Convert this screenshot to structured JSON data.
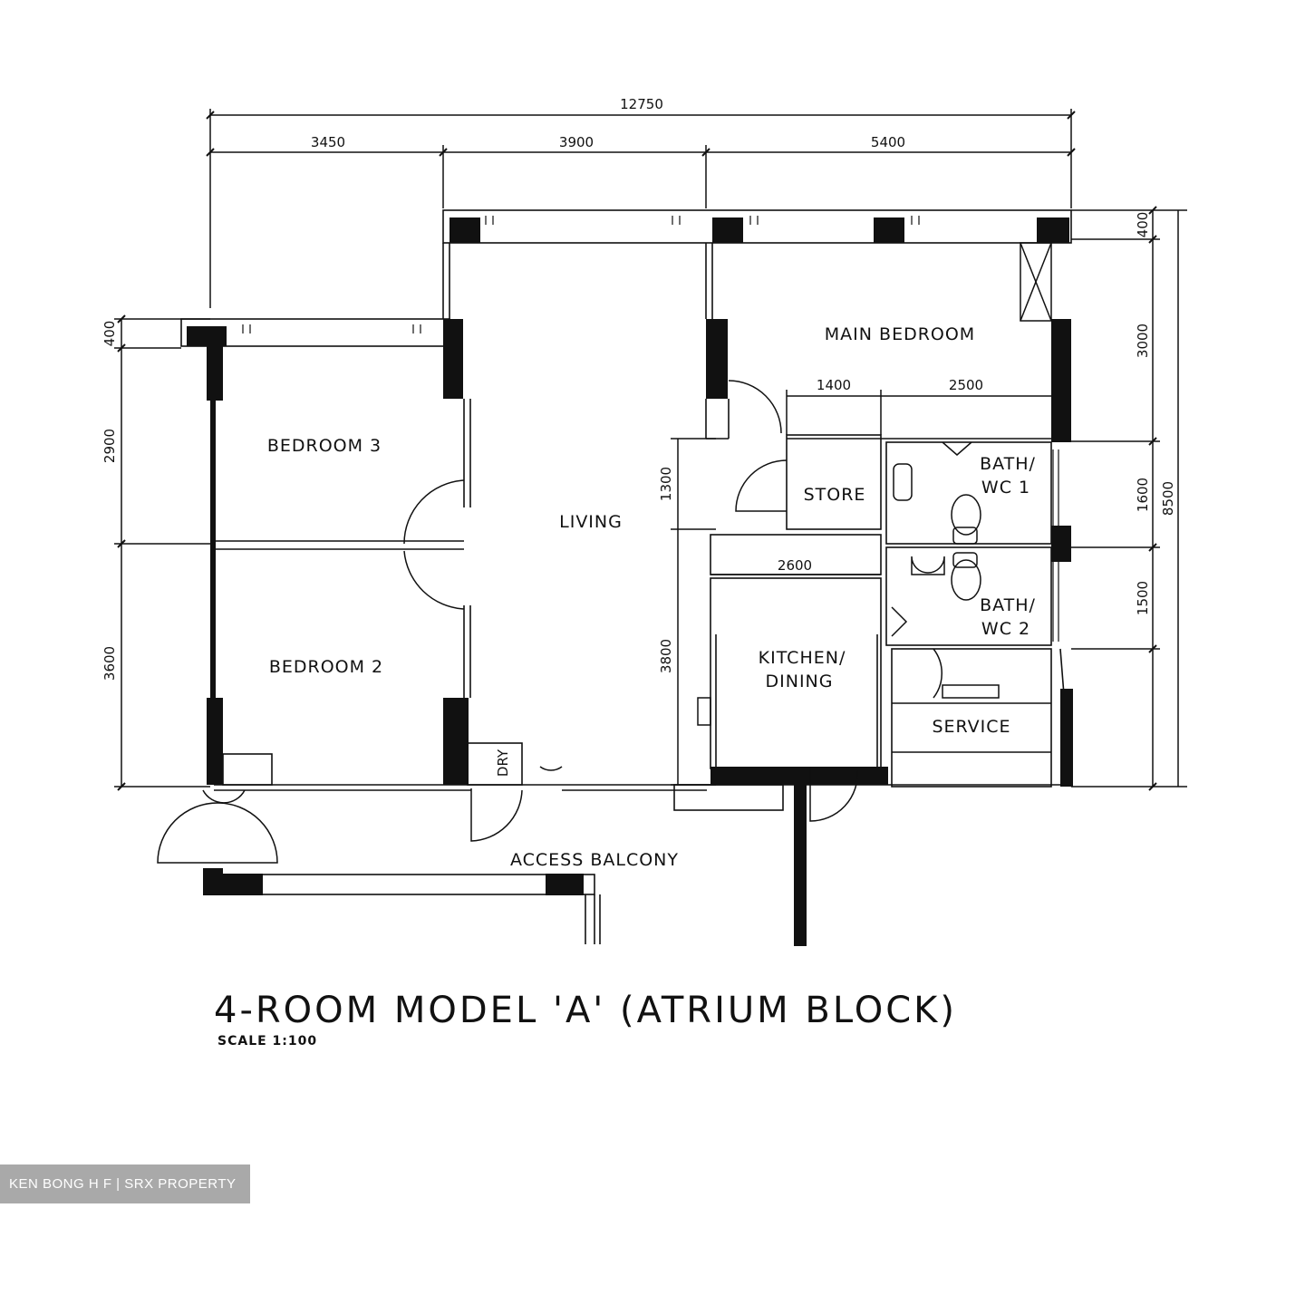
{
  "rooms": {
    "main_bedroom": "MAIN BEDROOM",
    "bedroom3": "BEDROOM 3",
    "bedroom2": "BEDROOM 2",
    "living": "LIVING",
    "store": "STORE",
    "bath1_line1": "BATH/",
    "bath1_line2": "WC 1",
    "bath2_line1": "BATH/",
    "bath2_line2": "WC 2",
    "kitchen_line1": "KITCHEN/",
    "kitchen_line2": "DINING",
    "service": "SERVICE",
    "access_balcony": "ACCESS BALCONY",
    "dry": "DRY"
  },
  "dimensions": {
    "total_width": "12750",
    "w1": "3450",
    "w2": "3900",
    "w3": "5400",
    "store_w": "1400",
    "bath_w": "2500",
    "kitchen_w": "2600",
    "left_400": "400",
    "left_2900": "2900",
    "left_3600": "3600",
    "right_400": "400",
    "right_3000": "3000",
    "right_1600": "1600",
    "right_1500": "1500",
    "right_total": "8500",
    "mid_1300": "1300",
    "mid_3800": "3800"
  },
  "title": "4-ROOM MODEL 'A' (ATRIUM BLOCK)",
  "scale": "SCALE   1:100",
  "watermark": "KEN BONG H F | SRX PROPERTY"
}
